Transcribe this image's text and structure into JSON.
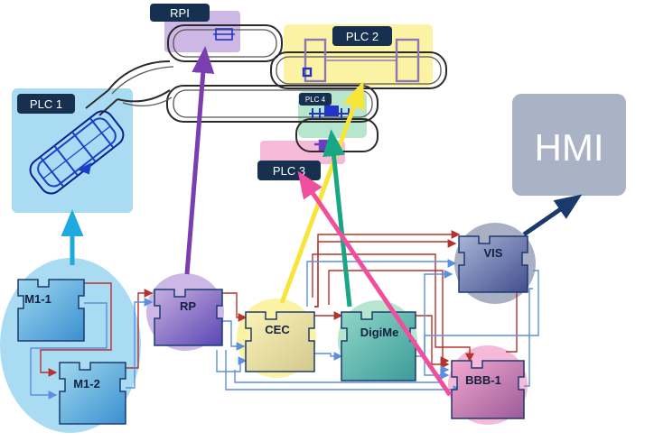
{
  "plc_labels": {
    "rpi": "RPI",
    "plc1": "PLC 1",
    "plc2": "PLC 2",
    "plc3": "PLC 3",
    "plc4": "PLC 4"
  },
  "hmi": "HMI",
  "nodes": {
    "m1_1": "M1-1",
    "m1_2": "M1-2",
    "rp": "RP",
    "cec": "CEC",
    "digime": "DigiMe",
    "vis": "VIS",
    "bbb1": "BBB-1"
  },
  "colors": {
    "plc1_zone": "#a9dcf3",
    "rpi_zone": "#cdb7e4",
    "plc2_zone": "#fbf2a4",
    "plc4_zone": "#b7e6cf",
    "plc3_zone": "#f7b9d8",
    "label_box": "#17304f",
    "hmi_box": "#aab3c6",
    "arrow_blue": "#1eaadf",
    "arrow_purple": "#7a3eb0",
    "arrow_yellow": "#f7e53a",
    "arrow_green": "#17a785",
    "arrow_pink": "#ef4f9c",
    "arrow_navy": "#1a3a6b",
    "wire_red": "#b5332c",
    "wire_blue": "#5b8fe0"
  }
}
